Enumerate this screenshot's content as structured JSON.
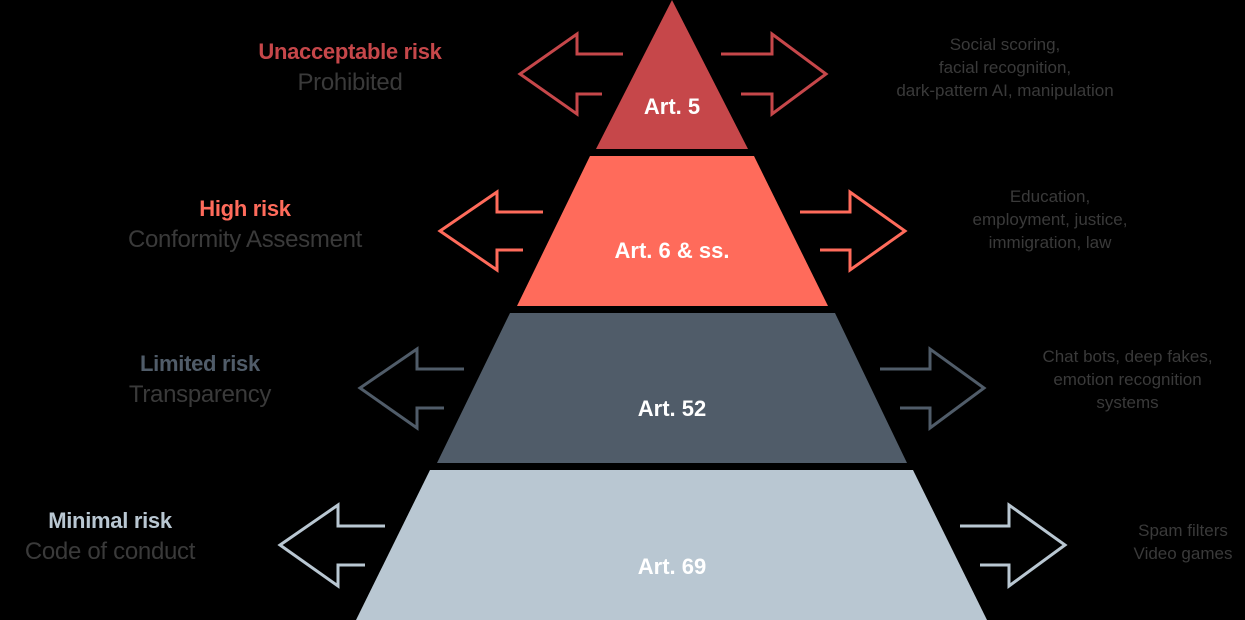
{
  "colors": {
    "background": "#000000",
    "unacceptable": "#C6474A",
    "high": "#FF6B5B",
    "limited": "#505C69",
    "minimal": "#B9C7D2",
    "subtitle_text": "#3A3A3A",
    "article_text": "#FFFFFF"
  },
  "tiers": [
    {
      "title": "Unacceptable risk",
      "subtitle": "Prohibited",
      "article": "Art. 5",
      "examples": [
        "Social scoring,",
        "facial recognition,",
        "dark-pattern AI, manipulation"
      ]
    },
    {
      "title": "High risk",
      "subtitle": "Conformity Assesment",
      "article": "Art. 6 & ss.",
      "examples": [
        "Education,",
        "employment, justice,",
        "immigration, law"
      ]
    },
    {
      "title": "Limited risk",
      "subtitle": "Transparency",
      "article": "Art. 52",
      "examples": [
        "Chat bots, deep fakes,",
        "emotion recognition",
        "systems"
      ]
    },
    {
      "title": "Minimal risk",
      "subtitle": "Code of conduct",
      "article": "Art. 69",
      "examples": [
        "Spam filters",
        "Video games"
      ]
    }
  ]
}
